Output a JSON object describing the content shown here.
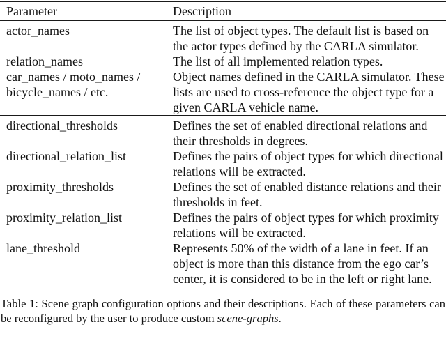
{
  "table": {
    "headers": {
      "parameter": "Parameter",
      "description": "Description"
    },
    "rows": [
      {
        "param": "actor_names",
        "desc": "The list of object types.  The default list is based on the actor types defined by the CARLA simulator."
      },
      {
        "param": "relation_names",
        "desc": "The list of all implemented relation types."
      },
      {
        "param": "car_names / moto_names / bicycle_names / etc.",
        "desc": "Object names defined in the CARLA simulator. These lists are used to cross-reference the object type for a given CARLA vehicle name."
      },
      {
        "param": "directional_thresholds",
        "desc": "Defines the set of enabled directional relations and their thresholds in degrees."
      },
      {
        "param": "directional_relation_list",
        "desc": "Defines the pairs of object types for which directional relations will be extracted."
      },
      {
        "param": "proximity_thresholds",
        "desc": "Defines the set of enabled distance relations and their thresholds in feet."
      },
      {
        "param": "proximity_relation_list",
        "desc": "Defines the pairs of object types for which proximity relations will be extracted."
      },
      {
        "param": "lane_threshold",
        "desc": "Represents 50% of the width of a lane in feet. If an object is more than this distance from the ego car’s center, it is considered to be in the left or right lane."
      }
    ]
  },
  "caption": {
    "text_before": "Table 1: Scene graph configuration options and their descriptions. Each of these parameters can be reconfigured by the user to produce custom ",
    "emphasis": "scene-graphs",
    "text_after": "."
  },
  "colors": {
    "text": "#111111",
    "rule": "#1a1a1a",
    "background": "#ffffff"
  }
}
